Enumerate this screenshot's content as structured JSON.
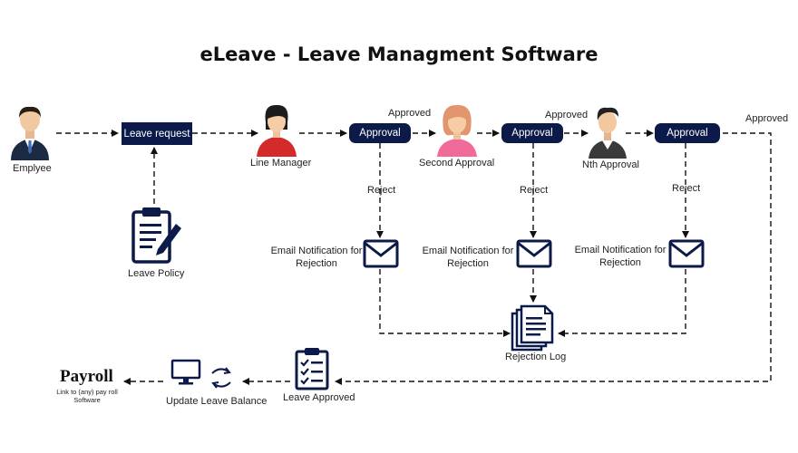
{
  "title": "eLeave - Leave Managment Software",
  "actors": {
    "employee": "Emplyee",
    "line_manager": "Line Manager",
    "second_approval": "Second  Approval",
    "nth_approval": "Nth Approval"
  },
  "boxes": {
    "leave_request": "Leave request",
    "approval_1": "Approval",
    "approval_2": "Approval",
    "approval_3": "Approval"
  },
  "edge_labels": {
    "approved_1": "Approved",
    "approved_2": "Approved",
    "approved_3": "Approved",
    "reject_1": "Reject",
    "reject_2": "Reject",
    "reject_3": "Reject"
  },
  "notifications": {
    "email_1": "Email Notification for\nRejection",
    "email_2": "Email Notification for\nRejection",
    "email_3": "Email Notification for\nRejection"
  },
  "leave_policy": "Leave Policy",
  "rejection_log": "Rejection Log",
  "leave_approved": "Leave Approved",
  "update_leave_balance": "Update Leave Balance",
  "payroll": {
    "title": "Payroll",
    "subtitle": "Link to (any) pay roll\nSoftware"
  },
  "colors": {
    "navy": "#0c1a4a",
    "line": "#111111"
  },
  "icons": [
    "person-icon",
    "clipboard-icon",
    "envelope-icon",
    "documents-icon",
    "checklist-icon",
    "monitor-icon",
    "sync-arrows-icon"
  ]
}
